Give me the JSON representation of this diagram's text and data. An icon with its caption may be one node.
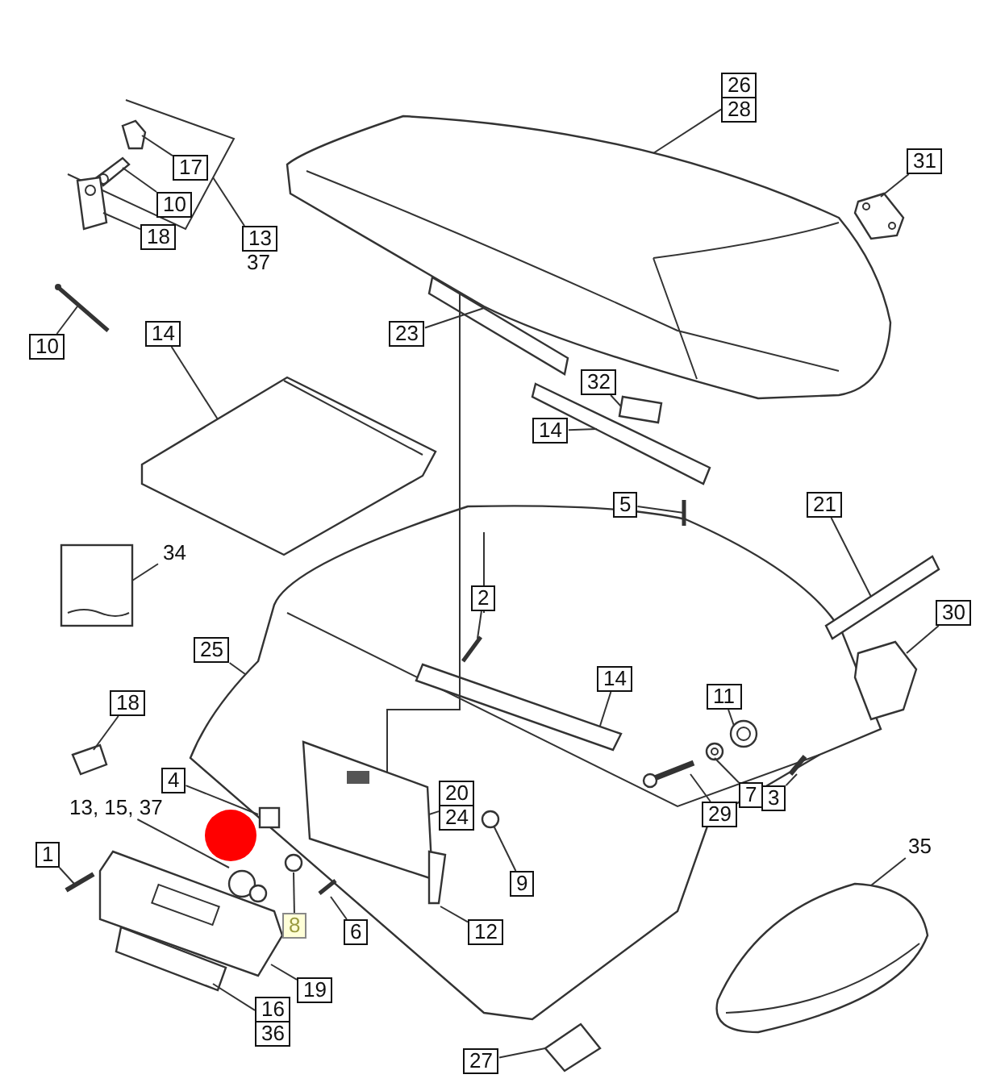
{
  "diagram": {
    "nodes": [
      {
        "text": [
          "26",
          "28"
        ]
      },
      {
        "text": [],
        "shape": "picture"
      },
      {
        "text": [
          "31"
        ]
      },
      {
        "text": [],
        "shape": "picture"
      },
      {
        "text": [
          "13",
          "37"
        ]
      },
      {
        "text": [],
        "shape": "box"
      },
      {
        "text": [
          "17"
        ],
        "in": 5
      },
      {
        "text": [],
        "shape": "picture",
        "in": 5
      },
      {
        "text": [
          "10"
        ],
        "in": 5
      },
      {
        "text": [],
        "shape": "picture",
        "in": 5
      },
      {
        "text": [
          "18"
        ],
        "in": 5
      },
      {
        "text": [],
        "shape": "picture",
        "in": 5
      },
      {
        "text": [
          "10"
        ]
      },
      {
        "text": [],
        "shape": "picture"
      },
      {
        "text": [
          "14"
        ]
      },
      {
        "text": [],
        "shape": "picture"
      },
      {
        "text": [
          "23"
        ]
      },
      {
        "text": [],
        "shape": "picture"
      },
      {
        "text": [
          "32"
        ]
      },
      {
        "text": [],
        "shape": "box"
      },
      {
        "text": [
          "14"
        ]
      },
      {
        "text": [],
        "shape": "picture"
      },
      {
        "text": [
          "5"
        ]
      },
      {
        "text": [],
        "shape": "picture"
      },
      {
        "text": [
          "21"
        ]
      },
      {
        "text": [],
        "shape": "picture"
      },
      {
        "text": [
          "34"
        ]
      },
      {
        "text": [],
        "shape": "picture"
      },
      {
        "text": [
          "25"
        ]
      },
      {
        "text": [],
        "shape": "picture"
      },
      {
        "text": [
          "2"
        ],
        "in": 29
      },
      {
        "text": [],
        "shape": "picture",
        "in": 29
      },
      {
        "text": [
          "14"
        ],
        "in": 29
      },
      {
        "text": [],
        "shape": "picture",
        "in": 29
      },
      {
        "text": [
          "30"
        ]
      },
      {
        "text": [],
        "shape": "picture"
      },
      {
        "text": [
          "18"
        ]
      },
      {
        "text": [],
        "shape": "picture"
      },
      {
        "text": [
          "11"
        ],
        "in": 29
      },
      {
        "text": [],
        "shape": "picture",
        "in": 29
      },
      {
        "text": [
          "4"
        ]
      },
      {
        "text": [],
        "shape": "box",
        "in": 29
      },
      {
        "text": [
          "13, 15, 37"
        ]
      },
      {
        "text": [],
        "shape": "circle"
      },
      {
        "text": [
          "20",
          "24"
        ],
        "in": 29
      },
      {
        "text": [],
        "shape": "picture",
        "in": 29
      },
      {
        "text": [
          "7"
        ]
      },
      {
        "text": [],
        "shape": "picture",
        "in": 29
      },
      {
        "text": [
          "3"
        ]
      },
      {
        "text": [],
        "shape": "picture",
        "in": 29
      },
      {
        "text": [
          "29"
        ]
      },
      {
        "text": [],
        "shape": "picture",
        "in": 29
      },
      {
        "text": [
          "1"
        ]
      },
      {
        "text": [],
        "shape": "picture"
      },
      {
        "text": [
          "9"
        ],
        "in": 29
      },
      {
        "text": [],
        "shape": "circle",
        "in": 29
      },
      {
        "text": [
          "8"
        ]
      },
      {
        "text": [],
        "shape": "circle"
      },
      {
        "text": [
          "6"
        ]
      },
      {
        "text": [],
        "shape": "picture"
      },
      {
        "text": [
          "12"
        ],
        "in": 29
      },
      {
        "text": [],
        "shape": "bar",
        "in": 29
      },
      {
        "text": [
          "19"
        ]
      },
      {
        "text": [],
        "shape": "picture"
      },
      {
        "text": [
          "35"
        ]
      },
      {
        "text": [],
        "shape": "picture"
      },
      {
        "text": [
          "16",
          "36"
        ]
      },
      {
        "text": [],
        "shape": "picture"
      },
      {
        "text": [
          "27"
        ]
      },
      {
        "text": [],
        "shape": "picture"
      }
    ],
    "edges": [
      {
        "from": 0,
        "to": 1,
        "arrow": "none"
      },
      {
        "from": 2,
        "to": 3,
        "arrow": "none"
      },
      {
        "from": 4,
        "to": 5,
        "arrow": "none"
      },
      {
        "from": 6,
        "to": 7,
        "arrow": "none"
      },
      {
        "from": 8,
        "to": 9,
        "arrow": "none"
      },
      {
        "from": 10,
        "to": 11,
        "arrow": "none"
      },
      {
        "from": 12,
        "to": 13,
        "arrow": "none"
      },
      {
        "from": 14,
        "to": 15,
        "arrow": "none"
      },
      {
        "from": 16,
        "to": 17,
        "arrow": "none"
      },
      {
        "from": 18,
        "to": 19,
        "arrow": "none"
      },
      {
        "from": 20,
        "to": 21,
        "arrow": "none"
      },
      {
        "from": 22,
        "to": 23,
        "arrow": "none"
      },
      {
        "from": 24,
        "to": 25,
        "arrow": "none"
      },
      {
        "from": 26,
        "to": 27,
        "arrow": "none"
      },
      {
        "from": 28,
        "to": 29,
        "arrow": "none"
      },
      {
        "from": 30,
        "to": 31,
        "arrow": "none"
      },
      {
        "from": 32,
        "to": 33,
        "arrow": "none"
      },
      {
        "from": 34,
        "to": 35,
        "arrow": "none"
      },
      {
        "from": 36,
        "to": 37,
        "arrow": "none"
      },
      {
        "from": 38,
        "to": 39,
        "arrow": "none"
      },
      {
        "from": 40,
        "to": 41,
        "arrow": "none"
      },
      {
        "from": 42,
        "to": 43,
        "arrow": "none"
      },
      {
        "from": 44,
        "to": 45,
        "arrow": "none"
      },
      {
        "from": 46,
        "to": 47,
        "arrow": "none"
      },
      {
        "from": 48,
        "to": 49,
        "arrow": "none"
      },
      {
        "from": 50,
        "to": 51,
        "arrow": "none"
      },
      {
        "from": 52,
        "to": 53,
        "arrow": "none"
      },
      {
        "from": 54,
        "to": 55,
        "arrow": "none"
      },
      {
        "from": 56,
        "to": 57,
        "arrow": "none"
      },
      {
        "from": 58,
        "to": 59,
        "arrow": "none"
      },
      {
        "from": 60,
        "to": 61,
        "arrow": "none"
      },
      {
        "from": 62,
        "to": 63,
        "arrow": "none"
      },
      {
        "from": 64,
        "to": 65,
        "arrow": "none"
      },
      {
        "from": 66,
        "to": 67,
        "arrow": "none"
      },
      {
        "from": 68,
        "to": 69,
        "arrow": "none"
      },
      {
        "from": 1,
        "to": 45,
        "arrow": "none"
      }
    ]
  }
}
